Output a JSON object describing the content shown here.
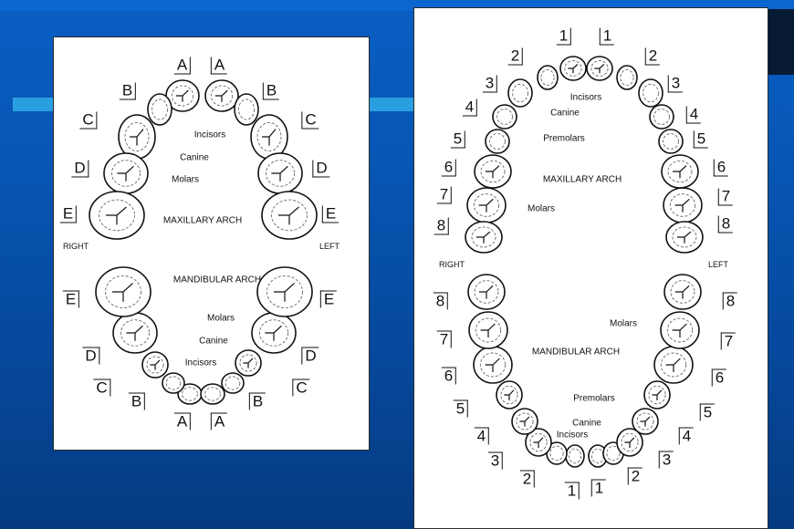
{
  "left_chart": {
    "title_upper": "MAXILLARY ARCH",
    "title_lower": "MANDIBULAR ARCH",
    "side_right": "RIGHT",
    "side_left": "LEFT",
    "tooth_labels": [
      "A",
      "B",
      "C",
      "D",
      "E"
    ],
    "upper_annotations": [
      "Incisors",
      "Canine",
      "Molars"
    ],
    "lower_annotations": [
      "Molars",
      "Canine",
      "Incisors"
    ]
  },
  "right_chart": {
    "title_upper": "MAXILLARY ARCH",
    "title_lower": "MANDIBULAR ARCH",
    "side_right": "RIGHT",
    "side_left": "LEFT",
    "tooth_labels": [
      "1",
      "2",
      "3",
      "4",
      "5",
      "6",
      "7",
      "8"
    ],
    "upper_annotations": [
      "Incisors",
      "Canine",
      "Premolars",
      "Molars"
    ],
    "lower_annotations": [
      "Molars",
      "Premolars",
      "Canine",
      "Incisors"
    ]
  }
}
